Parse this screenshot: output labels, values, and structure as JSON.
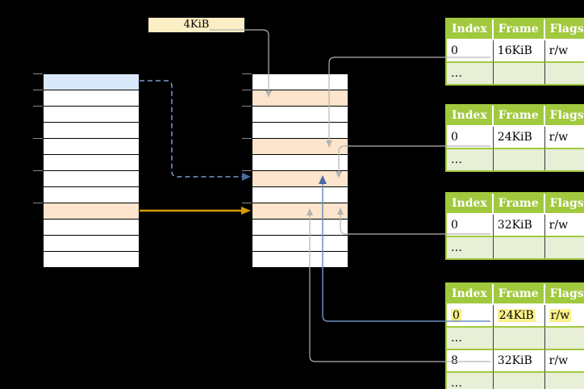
{
  "label_4kib": "4KiB",
  "memory": {
    "left_column": {
      "rows": 12,
      "fills": {
        "0": "blue",
        "8": "orange"
      }
    },
    "middle_column": {
      "rows": 12,
      "fills": {
        "1": "orange",
        "4": "orange",
        "6": "orange",
        "8": "orange"
      }
    },
    "tick_rows": [
      0,
      1,
      2,
      4,
      6,
      8
    ]
  },
  "tables": [
    {
      "headers": [
        "Index",
        "Frame",
        "Flags"
      ],
      "rows": [
        {
          "cells": [
            "0",
            "16KiB",
            "r/w"
          ],
          "shaded": false,
          "highlight": false
        },
        {
          "cells": [
            "…",
            "",
            ""
          ],
          "shaded": true,
          "highlight": false
        }
      ]
    },
    {
      "headers": [
        "Index",
        "Frame",
        "Flags"
      ],
      "rows": [
        {
          "cells": [
            "0",
            "24KiB",
            "r/w"
          ],
          "shaded": false,
          "highlight": false
        },
        {
          "cells": [
            "…",
            "",
            ""
          ],
          "shaded": true,
          "highlight": false
        }
      ]
    },
    {
      "headers": [
        "Index",
        "Frame",
        "Flags"
      ],
      "rows": [
        {
          "cells": [
            "0",
            "32KiB",
            "r/w"
          ],
          "shaded": false,
          "highlight": false
        },
        {
          "cells": [
            "…",
            "",
            ""
          ],
          "shaded": true,
          "highlight": false
        }
      ]
    },
    {
      "headers": [
        "Index",
        "Frame",
        "Flags"
      ],
      "rows": [
        {
          "cells": [
            "0",
            "24KiB",
            "r/w"
          ],
          "shaded": false,
          "highlight": true
        },
        {
          "cells": [
            "…",
            "",
            ""
          ],
          "shaded": true,
          "highlight": false
        },
        {
          "cells": [
            "8",
            "32KiB",
            "r/w"
          ],
          "shaded": false,
          "highlight": false
        },
        {
          "cells": [
            "…",
            "",
            ""
          ],
          "shaded": true,
          "highlight": false
        }
      ]
    }
  ],
  "colors": {
    "table_header_green": "#A1C93E",
    "table_row_green": "#E7EFD6",
    "orange_fill": "#FCE5CC",
    "blue_fill": "#DAE8FC",
    "label_fill": "#FBEDC4",
    "highlight_yellow": "#FAF18C",
    "arrow_orange": "#D79B00",
    "arrow_blue": "#6C8EBF",
    "arrow_blue_dash": "#7E9CCB",
    "arrow_blue_head": "#4A69A2",
    "arrow_gray": "#B3B3B3"
  }
}
